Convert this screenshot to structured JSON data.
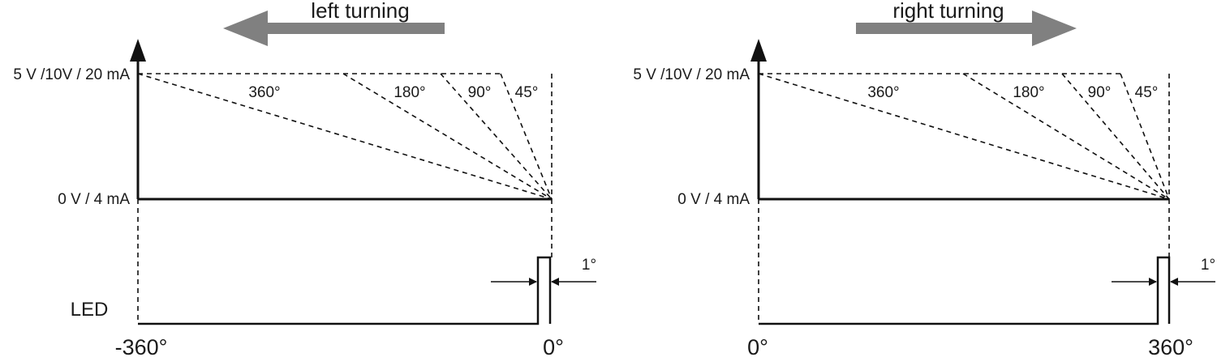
{
  "left_panel": {
    "title": "left turning",
    "y_top_label": "5 V /10V / 20 mA",
    "y_bottom_label": "0 V / 4 mA",
    "angle_labels": [
      "360°",
      "180°",
      "90°",
      "45°"
    ],
    "led_label": "LED",
    "x_start_label": "-360°",
    "x_end_label": "0°",
    "pulse_label": "1°"
  },
  "right_panel": {
    "title": "right turning",
    "y_top_label": "5 V /10V / 20 mA",
    "y_bottom_label": "0 V / 4 mA",
    "angle_labels": [
      "360°",
      "180°",
      "90°",
      "45°"
    ],
    "x_start_label": "0°",
    "x_end_label": "360°",
    "pulse_label": "1°"
  },
  "colors": {
    "arrow": "#808080",
    "lines": "#111111",
    "background": "#ffffff"
  }
}
